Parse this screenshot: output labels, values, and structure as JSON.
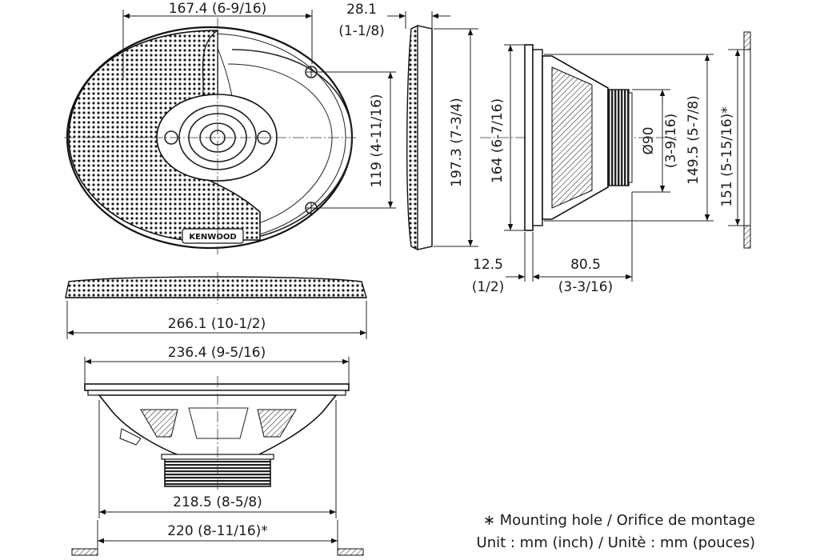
{
  "dimensions": {
    "top_width": {
      "mm": "167.4",
      "inch": "(6-9/16)"
    },
    "grille_depth": {
      "mm": "28.1",
      "inch": "(1-1/8)"
    },
    "hole_spacing": {
      "value": "119 (4-11/16)"
    },
    "front_height": {
      "value": "197.3 (7-3/4)"
    },
    "side_height": {
      "value": "164 (6-7/16)"
    },
    "magnet_dia": {
      "mm": "Ø90",
      "inch": "(3-9/16)"
    },
    "basket_height": {
      "value": "149.5 (5-7/8)"
    },
    "cutout_height": {
      "value": "151 (5-15/16)*"
    },
    "flange_depth": {
      "mm": "12.5",
      "inch": "(1/2)"
    },
    "mount_depth": {
      "mm": "80.5",
      "inch": "(3-3/16)"
    },
    "overall_width": {
      "value": "266.1 (10-1/2)"
    },
    "bottom_flange_width": {
      "value": "236.4 (9-5/16)"
    },
    "basket_width": {
      "value": "218.5 (8-5/8)"
    },
    "cutout_width": {
      "value": "220 (8-11/16)*"
    }
  },
  "brand_label": "KENWOOD",
  "notes": {
    "mounting_hole": "∗ Mounting hole / Orifice de montage",
    "units": "Unit : mm (inch) / Unitè : mm (pouces)"
  }
}
